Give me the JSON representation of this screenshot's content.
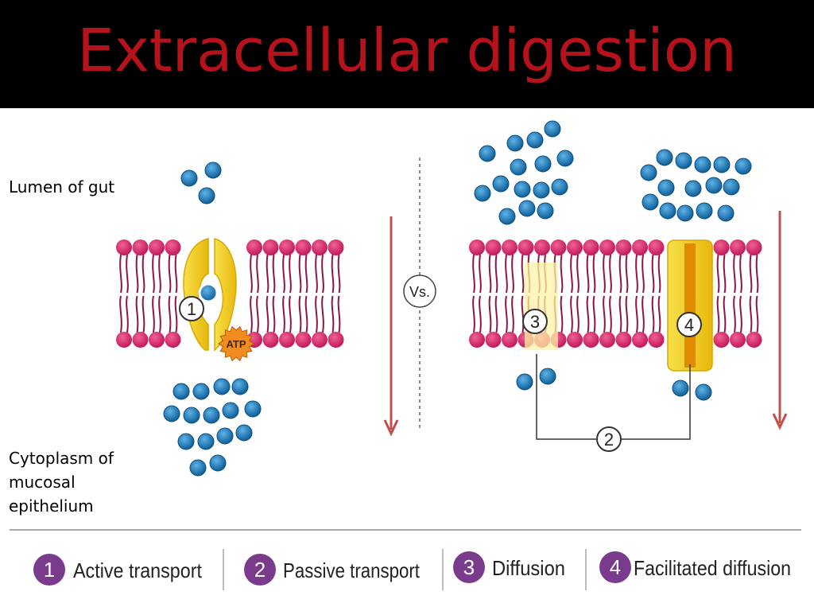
{
  "slide": {
    "title": "Extracellular digestion"
  },
  "labels": {
    "lumen": "Lumen of gut",
    "cytoplasm_line1": "Cytoplasm of",
    "cytoplasm_line2": "mucosal",
    "cytoplasm_line3": "epithelium"
  },
  "diagram": {
    "versus": "Vs.",
    "atp": "ATP",
    "markers": [
      "1",
      "2",
      "3",
      "4"
    ]
  },
  "legend": [
    {
      "number": "1",
      "label": "Active transport"
    },
    {
      "number": "2",
      "label": "Passive transport"
    },
    {
      "number": "3",
      "label": "Diffusion"
    },
    {
      "number": "4",
      "label": "Facilitated diffusion"
    }
  ],
  "colors": {
    "title_bg": "#000000",
    "title_text": "#b5121b",
    "lipid_head": "#d81b60",
    "lipid_tail": "#8c1747",
    "molecule": "#1f78b4",
    "protein": "#f2d21b",
    "arrow": "#c0504d",
    "legend_badge": "#7b3b8c"
  }
}
